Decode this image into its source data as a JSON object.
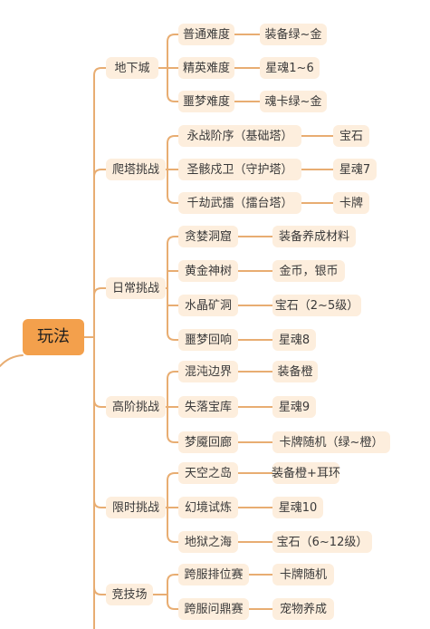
{
  "mindmap": {
    "root": "玩法",
    "branches": [
      {
        "label": "地下城",
        "children": [
          {
            "label": "普通难度",
            "detail": "装备绿~金"
          },
          {
            "label": "精英难度",
            "detail": "星魂1~6"
          },
          {
            "label": "噩梦难度",
            "detail": "魂卡绿~金"
          }
        ]
      },
      {
        "label": "爬塔挑战",
        "children": [
          {
            "label": "永战阶序（基础塔）",
            "detail": "宝石"
          },
          {
            "label": "圣骸戍卫（守护塔）",
            "detail": "星魂7"
          },
          {
            "label": "千劫武擂（擂台塔）",
            "detail": "卡牌"
          }
        ]
      },
      {
        "label": "日常挑战",
        "children": [
          {
            "label": "贪婪洞窟",
            "detail": "装备养成材料"
          },
          {
            "label": "黄金神树",
            "detail": "金币，银币"
          },
          {
            "label": "水晶矿洞",
            "detail": "宝石（2~5级）"
          },
          {
            "label": "噩梦回响",
            "detail": "星魂8"
          }
        ]
      },
      {
        "label": "高阶挑战",
        "children": [
          {
            "label": "混沌边界",
            "detail": "装备橙"
          },
          {
            "label": "失落宝库",
            "detail": "星魂9"
          },
          {
            "label": "梦魇回廊",
            "detail": "卡牌随机（绿~橙）"
          }
        ]
      },
      {
        "label": "限时挑战",
        "children": [
          {
            "label": "天空之岛",
            "detail": "装备橙+耳环"
          },
          {
            "label": "幻境试炼",
            "detail": "星魂10"
          },
          {
            "label": "地狱之海",
            "detail": "宝石（6~12级）"
          }
        ]
      },
      {
        "label": "竞技场",
        "children": [
          {
            "label": "跨服排位赛",
            "detail": "卡牌随机"
          },
          {
            "label": "跨服问鼎赛",
            "detail": "宠物养成"
          }
        ]
      }
    ]
  },
  "colors": {
    "connector": "#e8ad72",
    "node_bg": "#fdeedd",
    "root_bg": "#f3a04c",
    "text": "#3a3a3a"
  }
}
